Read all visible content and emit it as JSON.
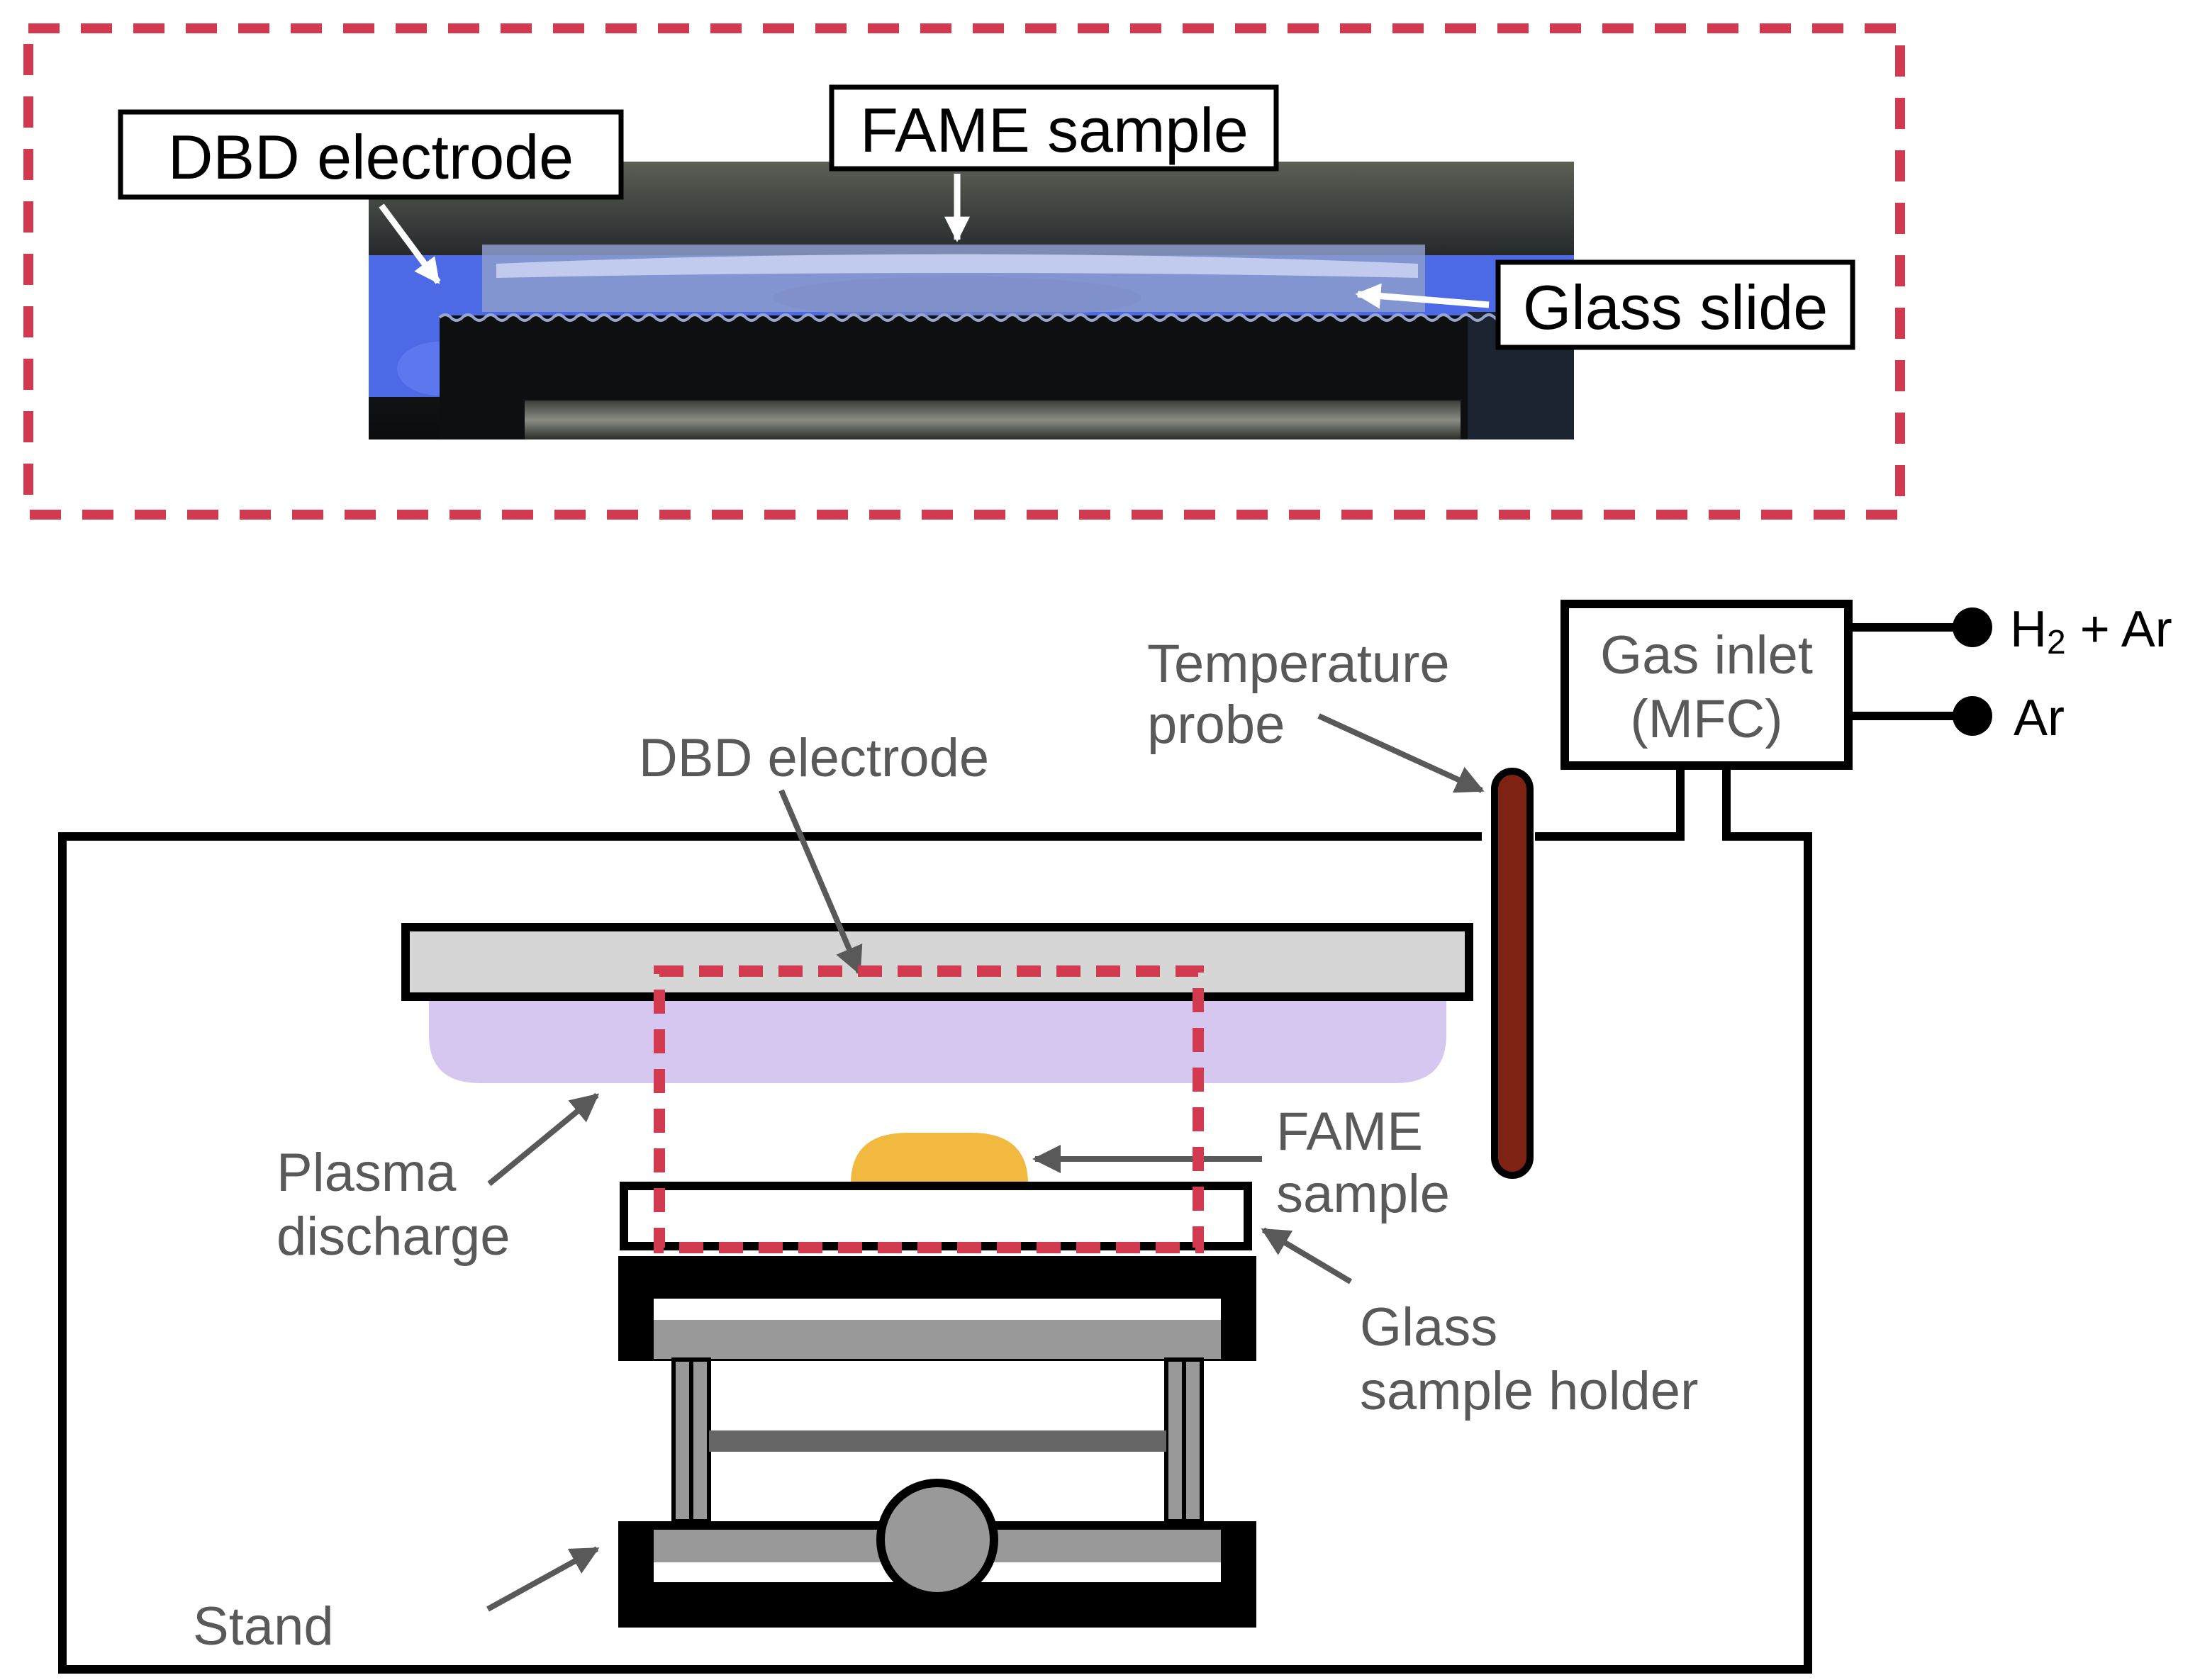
{
  "photo_inset": {
    "labels": {
      "electrode": "DBD electrode",
      "sample": "FAME sample",
      "slide": "Glass slide"
    }
  },
  "schematic": {
    "labels": {
      "electrode": "DBD electrode",
      "probe_line1": "Temperature",
      "probe_line2": "probe",
      "gas_inlet_line1": "Gas inlet",
      "gas_inlet_line2": "(MFC)",
      "gas_h2_prefix": "H",
      "gas_h2_sub": "2",
      "gas_h2_suffix": " + Ar",
      "gas_ar": "Ar",
      "plasma_line1": "Plasma",
      "plasma_line2": "discharge",
      "fame_line1": "FAME",
      "fame_line2": "sample",
      "holder_line1": "Glass",
      "holder_line2": "sample holder",
      "stand": "Stand"
    }
  },
  "colors": {
    "highlight_dashes": "#d23a4f",
    "plasma": "#d5c7ef",
    "fame_sample": "#f2b941",
    "temperature_probe": "#7e2314",
    "electrode_plate": "#d6d6d6",
    "stand_gray": "#999999",
    "label_gray": "#595959",
    "photo_plasma_blue": "#4c6ae6"
  }
}
